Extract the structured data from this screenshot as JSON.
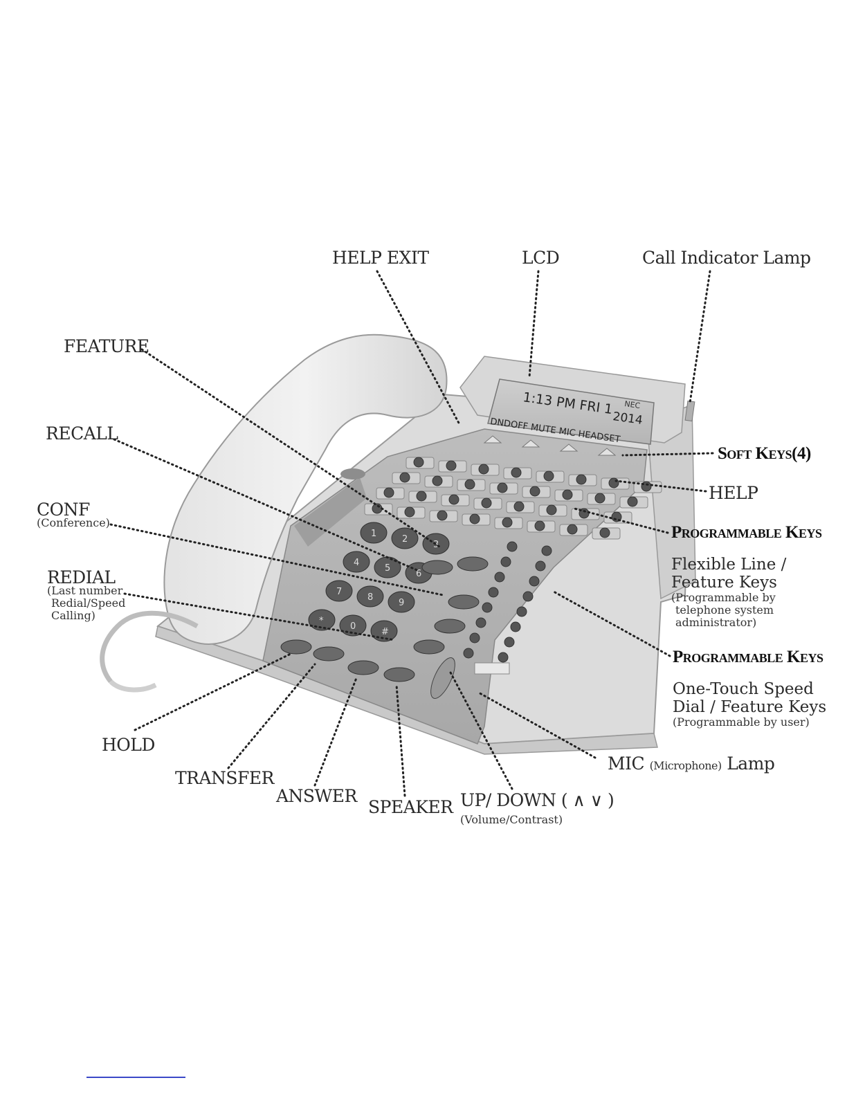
{
  "labels": {
    "help_exit": "HELP EXIT",
    "lcd": "LCD",
    "call_lamp": "Call Indicator Lamp",
    "feature": "FEATURE",
    "recall": "RECALL",
    "conf": "CONF",
    "conf_sub": "(Conference)",
    "redial": "REDIAL",
    "redial_sub1": "(Last number",
    "redial_sub2": "Redial/Speed",
    "redial_sub3": "Calling)",
    "soft_keys": "Soft Keys(4)",
    "help": "HELP",
    "prog_keys_1": "Programmable Keys",
    "flex_1": "Flexible Line /",
    "flex_2": "Feature Keys",
    "flex_sub1": "(Programmable by",
    "flex_sub2": "telephone system",
    "flex_sub3": "administrator)",
    "prog_keys_2": "Programmable Keys",
    "onetouch_1": "One-Touch Speed",
    "onetouch_2": "Dial / Feature Keys",
    "onetouch_sub": "(Programmable by user)",
    "hold": "HOLD",
    "transfer": "TRANSFER",
    "answer": "ANSWER",
    "speaker": "SPEAKER",
    "updown": "UP/ DOWN  ( ∧ ∨ )",
    "updown_sub": "(Volume/Contrast)",
    "mic": "MIC",
    "mic_sub": "(Microphone)",
    "mic_tail": "Lamp"
  },
  "lcd_display": {
    "brand": "NEC",
    "line1": "1:13  PM  FRI  1",
    "ext": "2014",
    "line2": "DNDOFF MUTE  MIC  HEADSET"
  },
  "keypad": [
    "1",
    "2",
    "3",
    "4",
    "5",
    "6",
    "7",
    "8",
    "9",
    "*",
    "0",
    "#"
  ]
}
